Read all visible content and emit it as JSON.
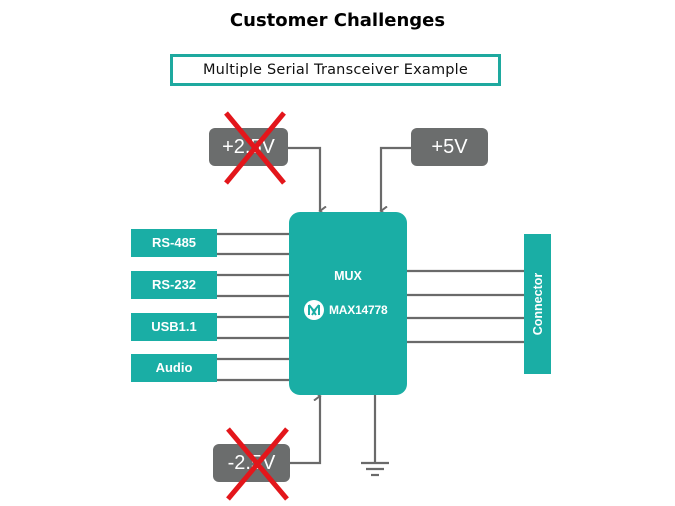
{
  "header": {
    "title": "Customer Challenges",
    "subtitle": "Multiple Serial Transceiver Example"
  },
  "colors": {
    "accent": "#1aaea5",
    "supply_box": "#6b6d6d",
    "wire": "#6a6a6a",
    "strike": "#e3161b"
  },
  "supplies": {
    "pos_2_5": {
      "label": "+2.5V",
      "crossed_out": true
    },
    "pos_5": {
      "label": "+5V",
      "crossed_out": false
    },
    "neg_2_5": {
      "label": "-2.5V",
      "crossed_out": true
    }
  },
  "interfaces": [
    {
      "label": "RS-485"
    },
    {
      "label": "RS-232"
    },
    {
      "label": "USB1.1"
    },
    {
      "label": "Audio"
    }
  ],
  "mux": {
    "title": "MUX",
    "part_number": "MAX14778",
    "logo_icon": "maxim-logo-icon"
  },
  "connector": {
    "label": "Connector",
    "line_count": 4
  },
  "ground": {
    "icon": "ground-icon"
  }
}
